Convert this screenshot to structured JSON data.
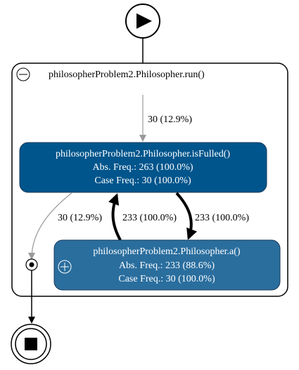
{
  "subprocess": {
    "title": "philosopherProblem2.Philosopher.run()",
    "collapse_icon": "minus-circle-icon"
  },
  "nodes": {
    "isfulled": {
      "name": "philosopherProblem2.Philosopher.isFulled()",
      "abs_freq": "Abs. Freq.: 263 (100.0%)",
      "case_freq": "Case Freq.: 30 (100.0%)",
      "color": "#00558c"
    },
    "a": {
      "name": "philosopherProblem2.Philosopher.a()",
      "abs_freq": "Abs. Freq.: 233 (88.6%)",
      "case_freq": "Case Freq.: 30 (100.0%)",
      "color": "#2a6e9e",
      "expand_icon": "plus-circle-icon"
    }
  },
  "edges": {
    "entry": "30 (12.9%)",
    "exit": "30 (12.9%)",
    "loop_back": "233 (100.0%)",
    "loop_forward": "233 (100.0%)"
  },
  "icons": {
    "start": "play-icon",
    "end": "stop-icon"
  }
}
